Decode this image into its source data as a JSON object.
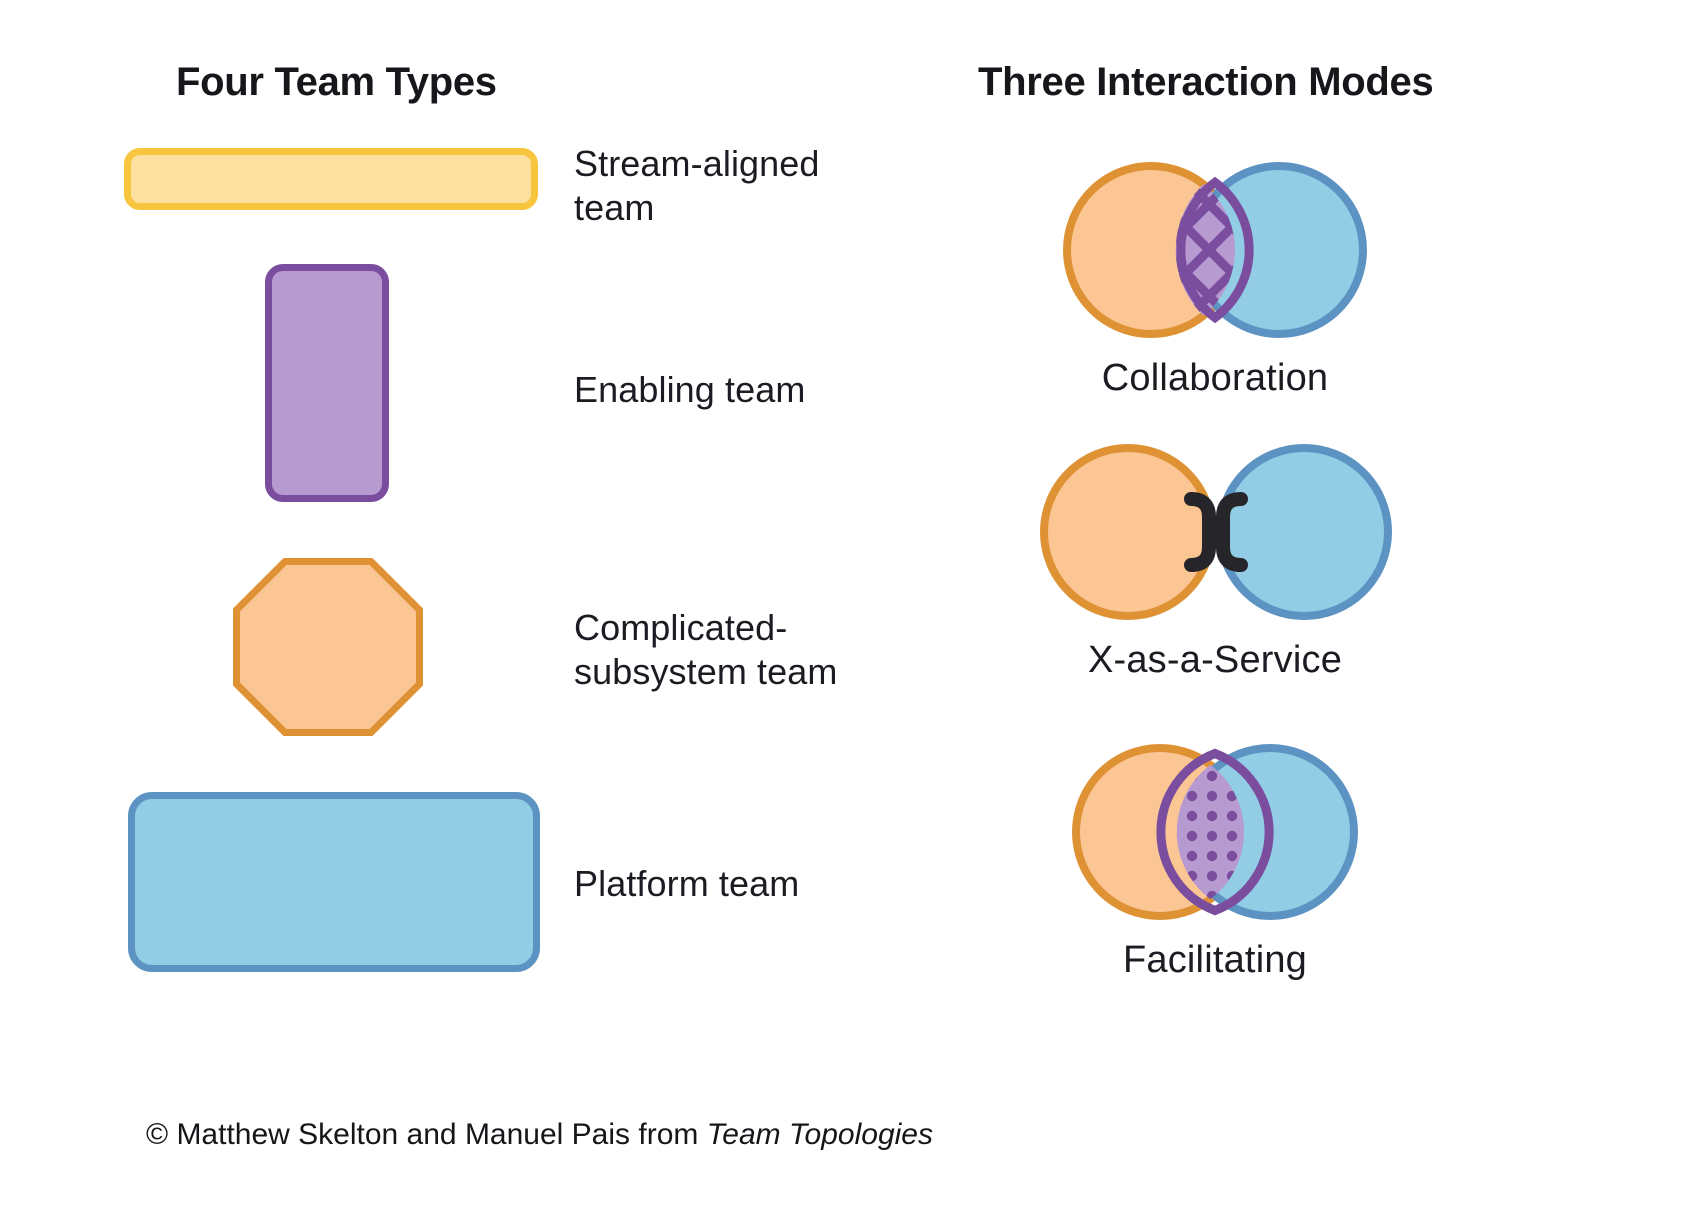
{
  "diagram": {
    "caption_prefix": "© Matthew Skelton and Manuel Pais from ",
    "caption_book": "Team Topologies"
  },
  "left_column": {
    "title": "Four Team Types",
    "teams": [
      {
        "key": "stream-aligned",
        "label_line1": "Stream-aligned",
        "label_line2": "team",
        "shape": "wide-rounded-bar",
        "fill": "#FBE0A0",
        "stroke": "#F8C53F"
      },
      {
        "key": "enabling",
        "label_line1": "Enabling team",
        "label_line2": "",
        "shape": "tall-rounded-rect",
        "fill": "#B79AD0",
        "stroke": "#7B4D9F"
      },
      {
        "key": "complicated-subsystem",
        "label_line1": "Complicated-",
        "label_line2": "subsystem team",
        "shape": "octagon",
        "fill": "#FBC693",
        "stroke": "#DE9234"
      },
      {
        "key": "platform",
        "label_line1": "Platform team",
        "label_line2": "",
        "shape": "large-rounded-rect",
        "fill": "#92CCE5",
        "stroke": "#5C93C3"
      }
    ]
  },
  "right_column": {
    "title": "Three Interaction Modes",
    "modes": [
      {
        "key": "collaboration",
        "label": "Collaboration",
        "left_circle_fill": "#FBC693",
        "left_circle_stroke": "#DE9234",
        "right_circle_fill": "#92CCE5",
        "right_circle_stroke": "#5C93C3",
        "overlap": "diamond-hatch",
        "overlap_fill": "#B79AD0",
        "overlap_stroke": "#7B4D9F"
      },
      {
        "key": "x-as-a-service",
        "label": "X-as-a-Service",
        "left_circle_fill": "#FBC693",
        "left_circle_stroke": "#DE9234",
        "right_circle_fill": "#92CCE5",
        "right_circle_stroke": "#5C93C3",
        "overlap": "facing-brackets",
        "bracket_color": "#25252a"
      },
      {
        "key": "facilitating",
        "label": "Facilitating",
        "left_circle_fill": "#FBC693",
        "left_circle_stroke": "#DE9234",
        "right_circle_fill": "#92CCE5",
        "right_circle_stroke": "#5C93C3",
        "overlap": "dot-pattern",
        "overlap_fill": "#B79AD0",
        "overlap_stroke": "#7B4D9F"
      }
    ]
  }
}
